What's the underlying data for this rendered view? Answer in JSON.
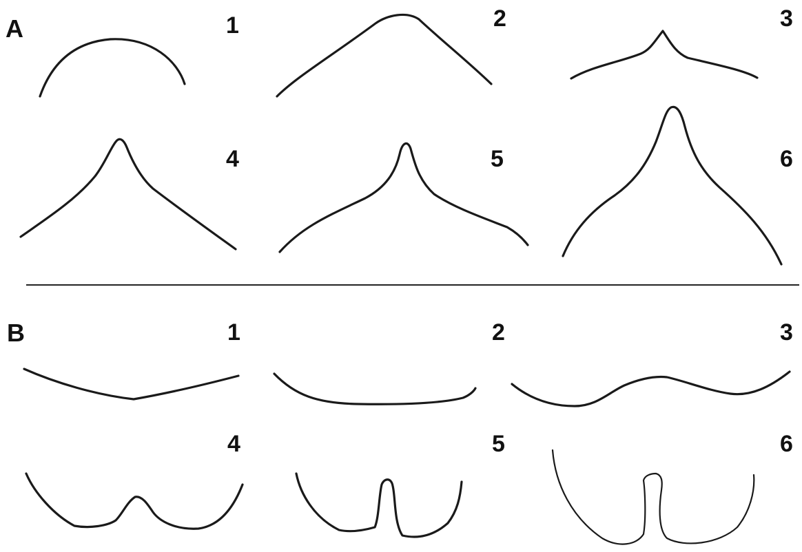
{
  "sections": {
    "a": {
      "label": "A",
      "panels": [
        "1",
        "2",
        "3",
        "4",
        "5",
        "6"
      ]
    },
    "b": {
      "label": "B",
      "panels": [
        "1",
        "2",
        "3",
        "4",
        "5",
        "6"
      ]
    }
  },
  "colors": {
    "line": "#1a1a1a",
    "background": "#ffffff"
  }
}
